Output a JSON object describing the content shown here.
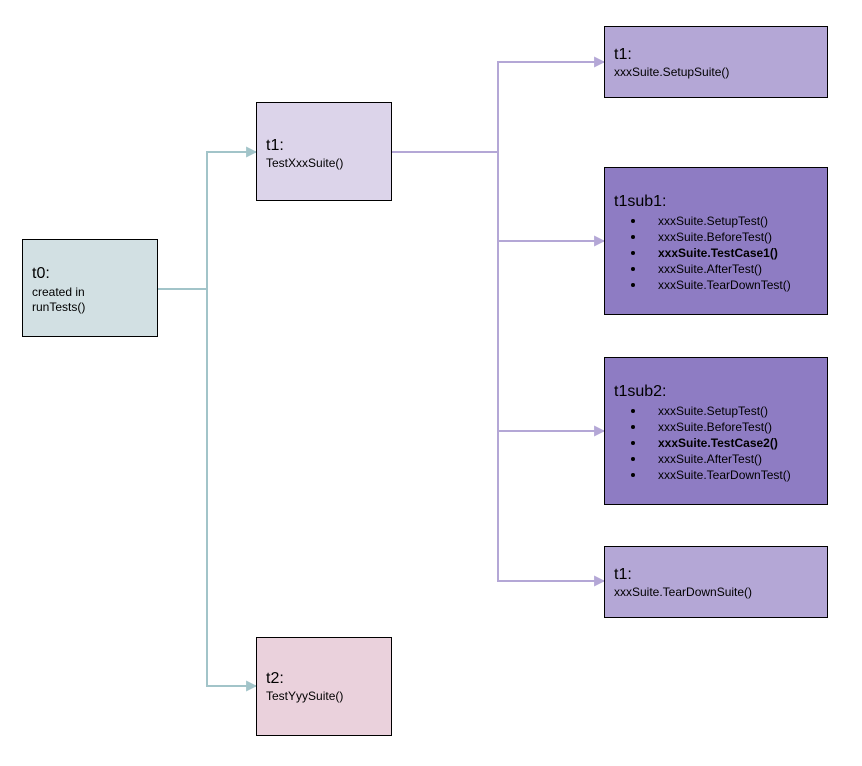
{
  "colors": {
    "t0_fill": "#d2e0e3",
    "t1_suite_fill": "#dcd4ea",
    "t2_fill": "#ead1dc",
    "t1_lifecycle_fill": "#b4a7d6",
    "t1sub_fill": "#8e7cc3",
    "t0_connector": "#a2c4c9",
    "t1_connector": "#b4a7d6"
  },
  "nodes": {
    "t0": {
      "title": "t0:",
      "line1": "created in",
      "line2": "runTests()"
    },
    "t1_suite": {
      "title": "t1:",
      "subtitle": "TestXxxSuite()"
    },
    "t2_suite": {
      "title": "t2:",
      "subtitle": "TestYyySuite()"
    },
    "t1_setup": {
      "title": "t1:",
      "subtitle": "xxxSuite.SetupSuite()"
    },
    "t1sub1": {
      "title": "t1sub1:",
      "items": [
        {
          "text": "xxxSuite.SetupTest()"
        },
        {
          "text": "xxxSuite.BeforeTest()"
        },
        {
          "text": "xxxSuite.TestCase1()"
        },
        {
          "text": "xxxSuite.AfterTest()"
        },
        {
          "text": "xxxSuite.TearDownTest()"
        }
      ]
    },
    "t1sub2": {
      "title": "t1sub2:",
      "items": [
        {
          "text": "xxxSuite.SetupTest()"
        },
        {
          "text": "xxxSuite.BeforeTest()"
        },
        {
          "text": "xxxSuite.TestCase2()"
        },
        {
          "text": "xxxSuite.AfterTest()"
        },
        {
          "text": "xxxSuite.TearDownTest()"
        }
      ]
    },
    "t1_teardown": {
      "title": "t1:",
      "subtitle": "xxxSuite.TearDownSuite()"
    }
  }
}
